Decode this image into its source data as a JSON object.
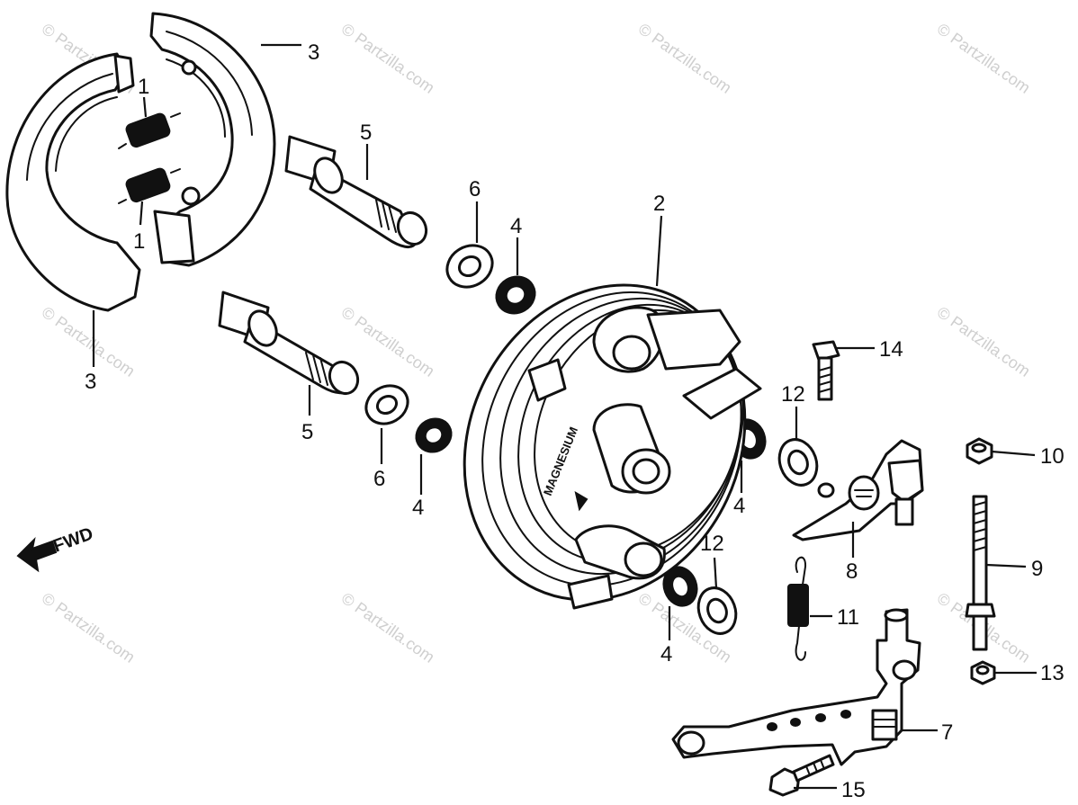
{
  "diagram": {
    "watermark_text": "© Partzilla.com",
    "direction_label": "FWD",
    "panel_emboss": "MAGNESIUM",
    "callouts": [
      "1",
      "1",
      "2",
      "3",
      "3",
      "4",
      "4",
      "4",
      "4",
      "5",
      "5",
      "6",
      "6",
      "7",
      "8",
      "9",
      "10",
      "11",
      "12",
      "12",
      "13",
      "14",
      "15"
    ]
  }
}
